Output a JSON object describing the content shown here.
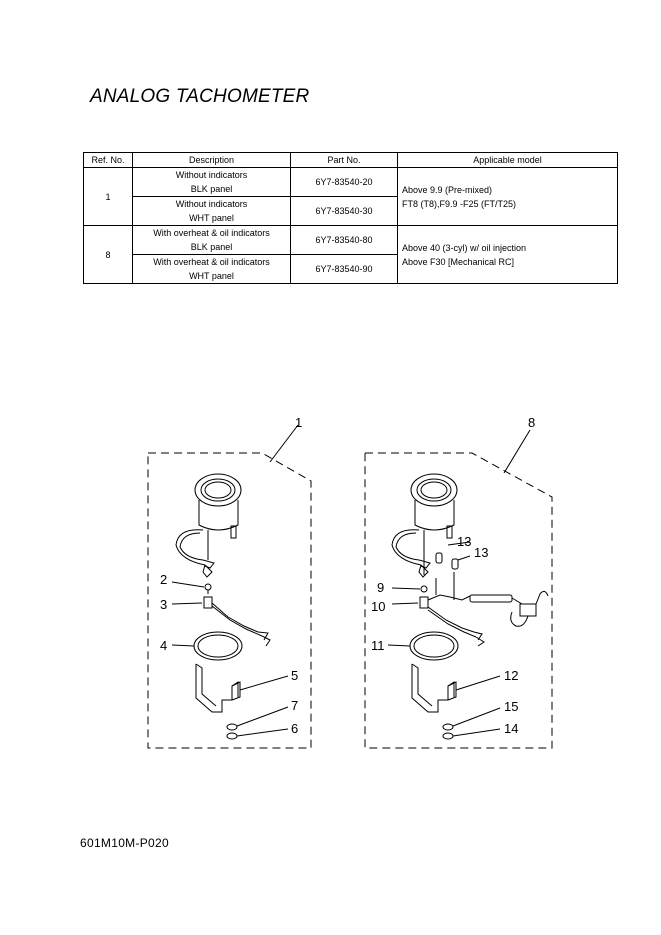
{
  "title": "ANALOG TACHOMETER",
  "table": {
    "headers": [
      "Ref. No.",
      "Description",
      "Part No.",
      "Applicable model"
    ],
    "groups": [
      {
        "ref": "1",
        "rows": [
          {
            "desc_line1": "Without indicators",
            "desc_line2": "BLK panel",
            "part": "6Y7-83540-20"
          },
          {
            "desc_line1": "Without indicators",
            "desc_line2": "WHT panel",
            "part": "6Y7-83540-30"
          }
        ],
        "model_line1": "Above 9.9 (Pre-mixed)",
        "model_line2": "FT8 (T8),F9.9 -F25 (FT/T25)"
      },
      {
        "ref": "8",
        "rows": [
          {
            "desc_line1": "With overheat & oil indicators",
            "desc_line2": "BLK panel",
            "part": "6Y7-83540-80"
          },
          {
            "desc_line1": "With overheat & oil indicators",
            "desc_line2": "WHT panel",
            "part": "6Y7-83540-90"
          }
        ],
        "model_line1": "Above 40 (3-cyl) w/ oil injection",
        "model_line2": "Above F30 [Mechanical RC]"
      }
    ]
  },
  "diagram": {
    "left_callouts": [
      "1",
      "2",
      "3",
      "4",
      "5",
      "7",
      "6"
    ],
    "right_callouts": [
      "8",
      "13",
      "13",
      "9",
      "10",
      "11",
      "12",
      "15",
      "14"
    ]
  },
  "footer": "601M10M-P020"
}
